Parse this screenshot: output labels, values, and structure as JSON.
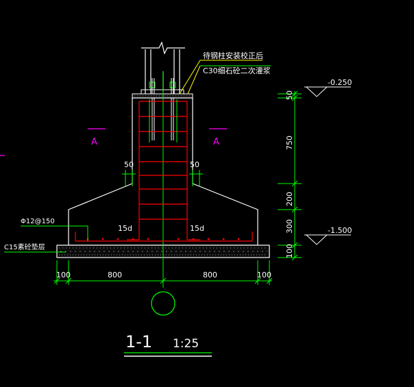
{
  "drawing": {
    "note_line1": "待钢柱安装校正后",
    "note_line2": "C30细石砼二次灌浆",
    "section_mark_left": "A",
    "section_mark_right": "A",
    "offset_left": "50",
    "offset_right": "50",
    "rebar_spec": "Φ12@150",
    "anchor_left": "15d",
    "anchor_right": "15d",
    "bedding": "C15素砼垫层",
    "elev_top": "-0.250",
    "elev_bottom": "-1.500",
    "vdims": [
      "50",
      "750",
      "200",
      "300",
      "100"
    ],
    "hdims": [
      "100",
      "800",
      "800",
      "100"
    ],
    "title": "1-1",
    "scale": "1:25"
  },
  "colors": {
    "background": "#000000",
    "outline": "#ffffff",
    "rebar": "#ff0000",
    "dimension": "#00ff00",
    "section_mark": "#ff00ff",
    "leader": "#ffff00"
  }
}
